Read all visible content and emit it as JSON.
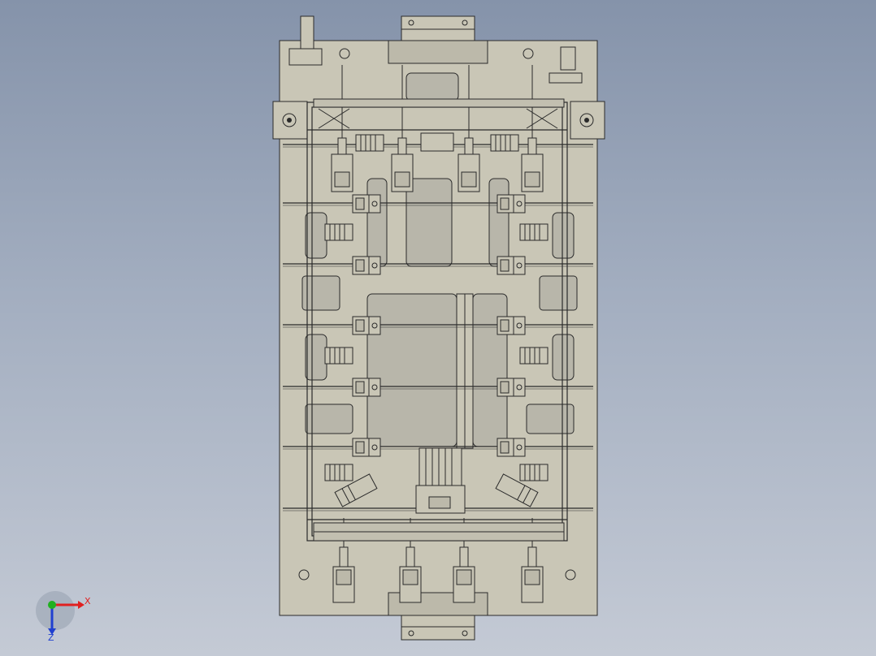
{
  "view": {
    "background_top": "#8593aa",
    "background_bottom": "#c4cad5",
    "plate_color": "#c9c6b6",
    "line_color": "#2a2a2a",
    "cutout_color": "#b8b6aa"
  },
  "triad": {
    "x_label": "X",
    "z_label": "Z",
    "x_color": "#e02020",
    "y_color": "#20b020",
    "z_color": "#2040d0"
  },
  "clamp_units": {
    "left_column_rows": 5,
    "right_column_rows": 5,
    "top_clamps": 4,
    "bottom_clamps": 4
  }
}
